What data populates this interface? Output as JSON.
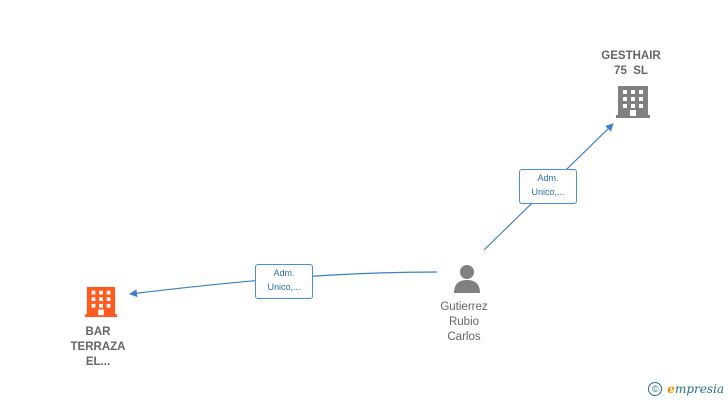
{
  "nodes": [
    {
      "id": "gesthair",
      "type": "company",
      "color": "#808080",
      "lines": [
        "GESTHAIR",
        "75  SL"
      ]
    },
    {
      "id": "bar",
      "type": "company-highlighted",
      "color": "#ff5a1f",
      "lines": [
        "BAR",
        "TERRAZA",
        "EL..."
      ]
    },
    {
      "id": "person",
      "type": "person",
      "color": "#808080",
      "lines": [
        "Gutierrez",
        "Rubio",
        "Carlos"
      ]
    }
  ],
  "edges": [
    {
      "from": "person",
      "to": "gesthair",
      "label": [
        "Adm.",
        "Unico,..."
      ]
    },
    {
      "from": "person",
      "to": "bar",
      "label": [
        "Adm.",
        "Unico,..."
      ]
    }
  ],
  "footer": {
    "copyright_symbol": "©",
    "brand_initial": "e",
    "brand_rest": "mpresia"
  },
  "colors": {
    "edge": "#3d7fcc",
    "edge_label_border": "#4a90d9",
    "text": "#666666",
    "brand": "#2a6e8c",
    "brand_accent": "#f29200"
  }
}
